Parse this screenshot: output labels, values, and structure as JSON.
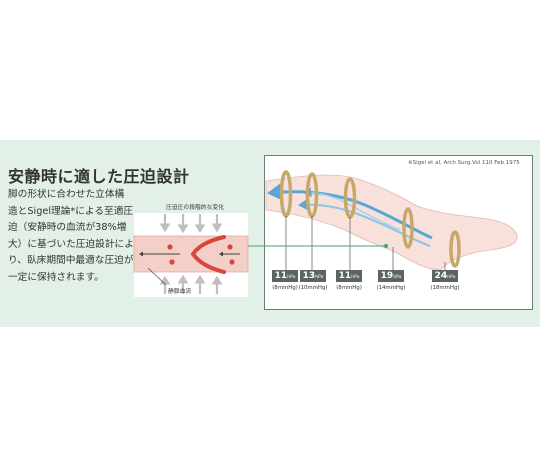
{
  "heading": "安静時に適した圧迫設計",
  "description_lines": [
    "脚の形状に合わせた立体構",
    "造とSigel理論*による至適圧",
    "迫（安静時の血流が38%増",
    "大）に基づいた圧迫設計によ",
    "り、臥床期間中最適な圧迫が",
    "一定に保持されます。"
  ],
  "citation": "※Sigel et al, Arch Surg.Vol 110 Feb 1975",
  "diagram": {
    "pressure_change_label": "圧迫圧の段階的な変化",
    "vein_flow_label": "静脈血流"
  },
  "pressure_points": [
    {
      "value": "11",
      "unit": "hPa",
      "mmhg": "(8mmHg)"
    },
    {
      "value": "13",
      "unit": "hPa",
      "mmhg": "(10mmHg)"
    },
    {
      "value": "11",
      "unit": "hPa",
      "mmhg": "(8mmHg)"
    },
    {
      "value": "19",
      "unit": "hPa",
      "mmhg": "(14mmHg)"
    },
    {
      "value": "24",
      "unit": "hPa",
      "mmhg": "(18mmHg)"
    }
  ],
  "colors": {
    "band": "#e2f0e8",
    "leg": "#f8e1db",
    "flow_arrow": "#5aa7d6",
    "ring": "#c7a86b",
    "blood_red": "#d8473d",
    "vessel": "#f4cfc8",
    "connector": "#3da66b",
    "tag": "#5b6562"
  }
}
